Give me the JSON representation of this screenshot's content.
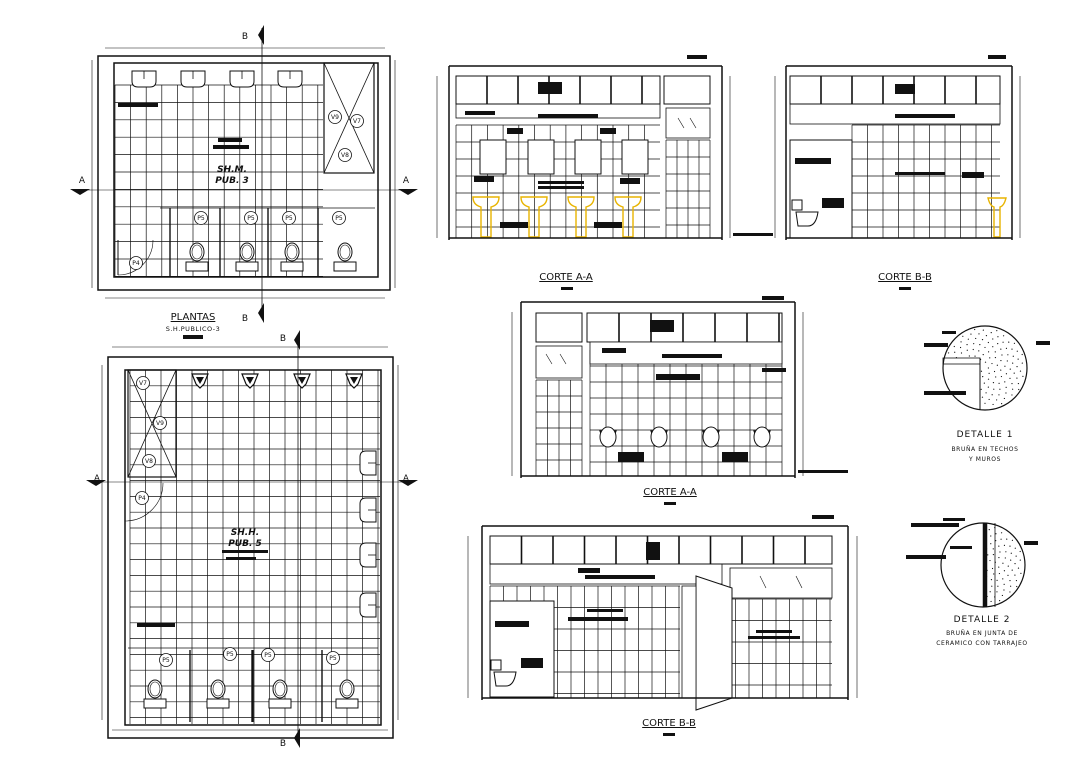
{
  "plan_upper": {
    "title": "PLANTAS",
    "subtitle": "S.H.PUBLICO-3",
    "room_name": "SH.M.",
    "room_number": "PUB. 3",
    "section_marks": {
      "a": "A",
      "b": "B"
    },
    "door_tags": [
      "P4",
      "P5"
    ],
    "window_tags": [
      "V7",
      "V8",
      "V9"
    ]
  },
  "plan_lower": {
    "room_name": "SH.H.",
    "room_number": "PUB. 5",
    "section_marks": {
      "a": "A",
      "b": "B"
    },
    "door_tags": [
      "P4",
      "P5"
    ],
    "window_tags": [
      "V7",
      "V8",
      "V9"
    ]
  },
  "sections": {
    "corte_aa_1": "CORTE A-A",
    "corte_bb_1": "CORTE B-B",
    "corte_aa_2": "CORTE A-A",
    "corte_bb_2": "CORTE B-B"
  },
  "details": {
    "detail1_title": "DETALLE 1",
    "detail1_line1": "BRUÑA EN TECHOS",
    "detail1_line2": "Y MUROS",
    "detail2_title": "DETALLE 2",
    "detail2_line1": "BRUÑA EN JUNTA DE",
    "detail2_line2": "CERAMICO CON TARRAJEO"
  },
  "colors": {
    "line": "#111111",
    "fixture_highlight": "#e8b400",
    "background": "#ffffff"
  }
}
